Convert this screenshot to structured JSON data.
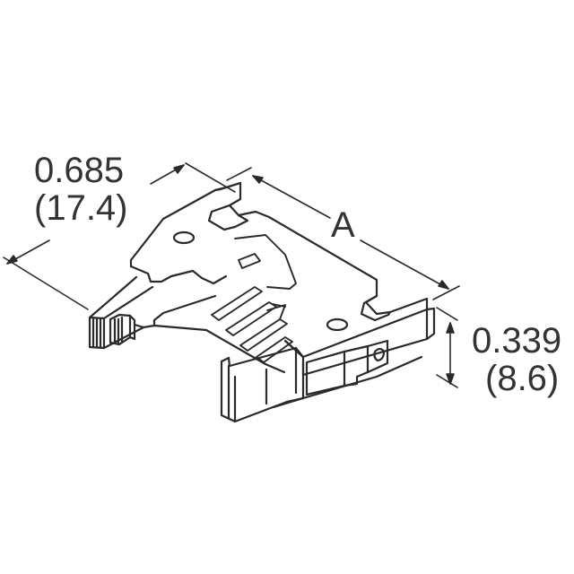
{
  "diagram": {
    "subject": "connector-isometric-drawing",
    "line_color": "#2a2a2a",
    "text_color": "#333333",
    "background": "#ffffff",
    "dimensions": {
      "depth": {
        "inches": "0.685",
        "mm": "(17.4)"
      },
      "length": {
        "label": "A"
      },
      "height": {
        "inches": "0.339",
        "mm": "(8.6)"
      }
    }
  }
}
